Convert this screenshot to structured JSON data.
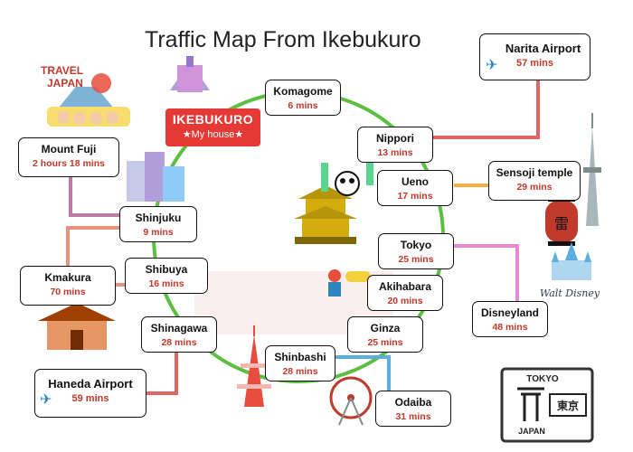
{
  "title": "Traffic Map From Ikebukuro",
  "home": {
    "name": "IKEBUKURO",
    "subtitle": "★My house★"
  },
  "stations": [
    {
      "id": "komagome",
      "name": "Komagome",
      "time": "6 mins"
    },
    {
      "id": "nippori",
      "name": "Nippori",
      "time": "13 mins"
    },
    {
      "id": "ueno",
      "name": "Ueno",
      "time": "17 mins"
    },
    {
      "id": "tokyo",
      "name": "Tokyo",
      "time": "25 mins"
    },
    {
      "id": "akihabara",
      "name": "Akihabara",
      "time": "20 mins"
    },
    {
      "id": "ginza",
      "name": "Ginza",
      "time": "25 mins"
    },
    {
      "id": "shinbashi",
      "name": "Shinbashi",
      "time": "28 mins"
    },
    {
      "id": "shinagawa",
      "name": "Shinagawa",
      "time": "28 mins"
    },
    {
      "id": "shibuya",
      "name": "Shibuya",
      "time": "16 mins"
    },
    {
      "id": "shinjuku",
      "name": "Shinjuku",
      "time": "9 mins"
    }
  ],
  "destinations": [
    {
      "id": "narita",
      "name": "Narita Airport",
      "time": "57 mins",
      "icon": "airplane-icon"
    },
    {
      "id": "sensoji",
      "name": "Sensoji temple",
      "time": "29 mins"
    },
    {
      "id": "disneyland",
      "name": "Disneyland",
      "time": "48 mins"
    },
    {
      "id": "odaiba",
      "name": "Odaiba",
      "time": "31 mins"
    },
    {
      "id": "haneda",
      "name": "Haneda Airport",
      "time": "59 mins",
      "icon": "airplane-icon"
    },
    {
      "id": "kmakura",
      "name": "Kmakura",
      "time": "70 mins"
    },
    {
      "id": "fuji",
      "name": "Mount Fuji",
      "time": "2 hours 18 mins"
    }
  ],
  "illustrations": {
    "travel_badge": [
      "TRAVEL",
      "JAPAN"
    ],
    "tokyo_stamp": [
      "TOKYO",
      "東京",
      "JAPAN"
    ],
    "disney_logo": "Walt Disney",
    "lantern_char": "雷"
  },
  "colors": {
    "loop_line": "#5cbf3f",
    "home_bg": "#e53935",
    "time_text": "#c0392b",
    "narita_line": "#e06666",
    "sensoji_line": "#f5b041",
    "disney_line": "#e68ad6",
    "odaiba_line": "#5dade2",
    "haneda_line": "#e06666",
    "kamakura_line": "#e8927c",
    "fuji_line": "#c07aa8"
  }
}
